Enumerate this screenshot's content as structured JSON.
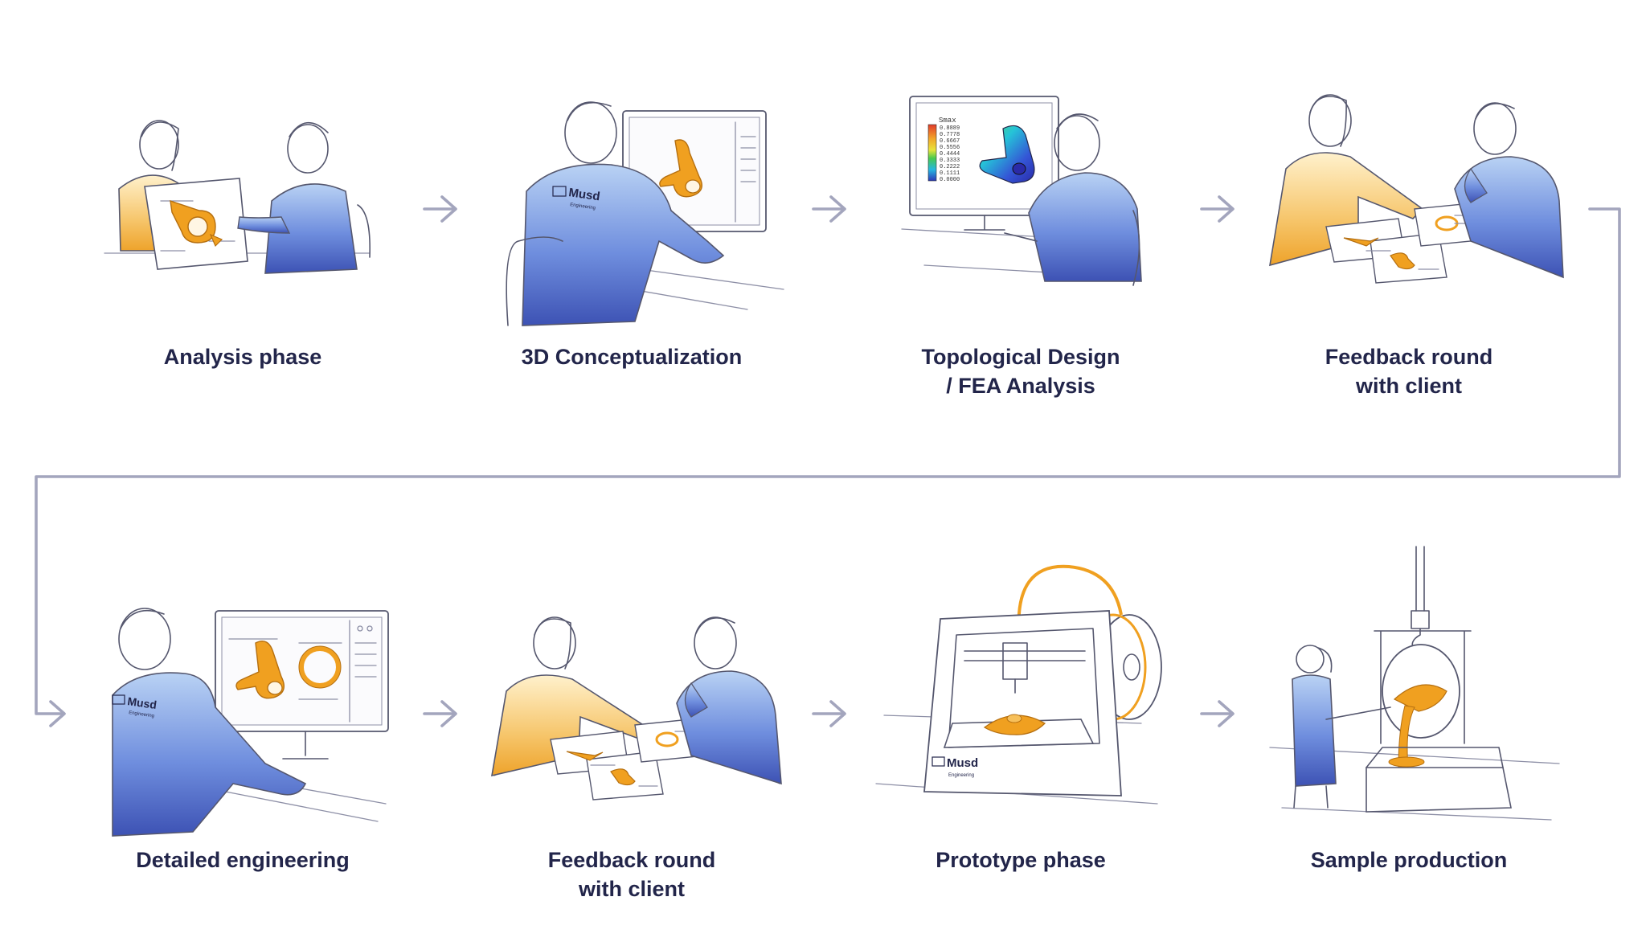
{
  "brand": {
    "logo_text": "Musd",
    "logo_subtext": "Engineering"
  },
  "colors": {
    "accent_orange": "#f0a020",
    "shirt_blue": "#4a63c8",
    "ink": "#22254a",
    "connector": "#a3a5bd"
  },
  "steps": [
    {
      "label": "Analysis phase",
      "icon": "meeting-with-drawing-illustration"
    },
    {
      "label": "3D Conceptualization",
      "icon": "engineer-at-computer-illustration"
    },
    {
      "label": "Topological Design\n/ FEA Analysis",
      "icon": "fea-analysis-monitor-illustration"
    },
    {
      "label": "Feedback round\nwith client",
      "icon": "client-feedback-illustration"
    },
    {
      "label": "Detailed engineering",
      "icon": "engineer-at-computer-illustration"
    },
    {
      "label": "Feedback round\nwith client",
      "icon": "client-feedback-illustration"
    },
    {
      "label": "Prototype phase",
      "icon": "3d-printer-illustration"
    },
    {
      "label": "Sample production",
      "icon": "metal-casting-illustration"
    }
  ],
  "fea_legend": {
    "title": "Smax",
    "values": [
      "0.8889",
      "0.7778",
      "0.6667",
      "0.5556",
      "0.4444",
      "0.3333",
      "0.2222",
      "0.1111",
      "0.0000"
    ]
  }
}
